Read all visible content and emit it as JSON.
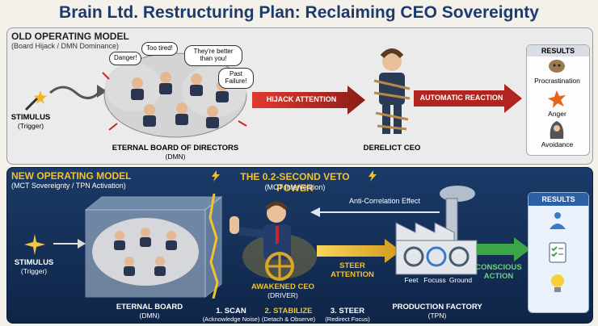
{
  "title": "Brain Ltd. Restructuring Plan: Reclaiming CEO Sovereignty",
  "old": {
    "header": "OLD OPERATING MODEL",
    "subheader": "(Board Hijack / DMN Dominance)",
    "stimulus": "STIMULUS",
    "stimulus_sub": "(Trigger)",
    "board_label": "ETERNAL BOARD OF DIRECTORS",
    "board_sub": "(DMN)",
    "bubbles": [
      "Danger!",
      "Too tired!",
      "They're better than you!",
      "Past Failure!"
    ],
    "hijack": "HIJACK ATTENTION",
    "ceo_label": "DERELICT CEO",
    "reaction": "AUTOMATIC REACTION",
    "results_header": "RESULTS",
    "results": [
      "Procrastination",
      "Anger",
      "Avoidance"
    ]
  },
  "new": {
    "header": "NEW OPERATING MODEL",
    "subheader": "(MCT Sovereignty / TPN Activation)",
    "veto_title": "THE 0.2-SECOND VETO POWER",
    "veto_sub": "(MCT Intervention)",
    "stimulus": "STIMULUS",
    "stimulus_sub": "(Trigger)",
    "anti_corr": "Anti-Correlation Effect",
    "ceo_label": "AWAKENED CEO",
    "ceo_sub": "(DRIVER)",
    "steer": "STEER ATTENTION",
    "board_label": "ETERNAL BOARD",
    "board_sub": "(DMN)",
    "steps": [
      {
        "label": "1. SCAN",
        "sub": "(Acknowledge Noise)"
      },
      {
        "label": "2. STABILIZE",
        "sub": "(Detach & Observe)"
      },
      {
        "label": "3. STEER",
        "sub": "(Redirect Focus)"
      }
    ],
    "factory_label": "PRODUCTION FACTORY",
    "factory_sub": "(TPN)",
    "gears": [
      "Feet",
      "Focuss",
      "Ground"
    ],
    "conscious": "CONSCIOUS ACTION",
    "results_header": "RESULTS"
  },
  "colors": {
    "navy": "#1d3a6e",
    "red": "#c8242a",
    "green": "#3aa648",
    "gold": "#f2c230"
  }
}
